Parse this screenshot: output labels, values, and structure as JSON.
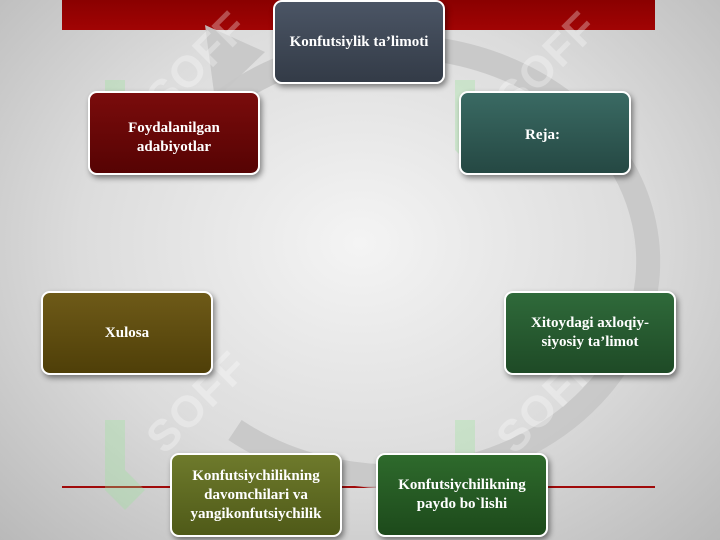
{
  "watermark": {
    "text": "SOFF"
  },
  "nodes": {
    "top": "Konfutsiylik ta’limoti",
    "reja": "Reja:",
    "xitoy": "Xitoydagi axloqiy-siyosiy ta’limot",
    "paydo": "Konfutsiychilikning paydo bo`lishi",
    "davom": "Konfutsiychilikning davomchilari va yangikonfutsiychilik",
    "xulosa": "Xulosa",
    "foydalanilgan": "Foydalanilgan adabiyotlar"
  },
  "colors": {
    "top_bar": "#9a0202",
    "ring": "#c4c4c4",
    "top": "#3f4856",
    "reja": "#2f5a54",
    "xitoy": "#275a31",
    "paydo": "#265a24",
    "davom": "#5e6a22",
    "xulosa": "#5e4a10",
    "foydalanilgan": "#680707"
  }
}
